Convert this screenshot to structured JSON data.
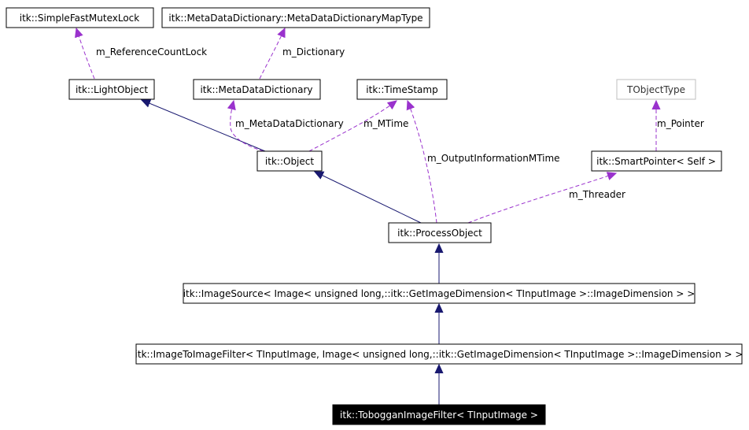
{
  "nodes": {
    "simple_fast_mutex_lock": "itk::SimpleFastMutexLock",
    "metadata_map_type": "itk::MetaDataDictionary::MetaDataDictionaryMapType",
    "light_object": "itk::LightObject",
    "metadata_dictionary": "itk::MetaDataDictionary",
    "time_stamp": "itk::TimeStamp",
    "tobject_type": "TObjectType",
    "object": "itk::Object",
    "smart_pointer": "itk::SmartPointer< Self >",
    "process_object": "itk::ProcessObject",
    "image_source": "itk::ImageSource< Image< unsigned long,::itk::GetImageDimension< TInputImage >::ImageDimension > >",
    "image_to_image_filter": "itk::ImageToImageFilter< TInputImage, Image< unsigned long,::itk::GetImageDimension< TInputImage >::ImageDimension > >",
    "toboggan_filter": "itk::TobogganImageFilter< TInputImage >"
  },
  "edge_labels": {
    "reference_count_lock": "m_ReferenceCountLock",
    "dictionary": "m_Dictionary",
    "metadata_dictionary": "m_MetaDataDictionary",
    "mtime": "m_MTime",
    "output_information_mtime": "m_OutputInformationMTime",
    "pointer": "m_Pointer",
    "threader": "m_Threader"
  },
  "colors": {
    "inheritance": "#191970",
    "usage": "#9a32cd",
    "highlight_fill": "#000000",
    "gray_border": "#bfbfbf"
  }
}
